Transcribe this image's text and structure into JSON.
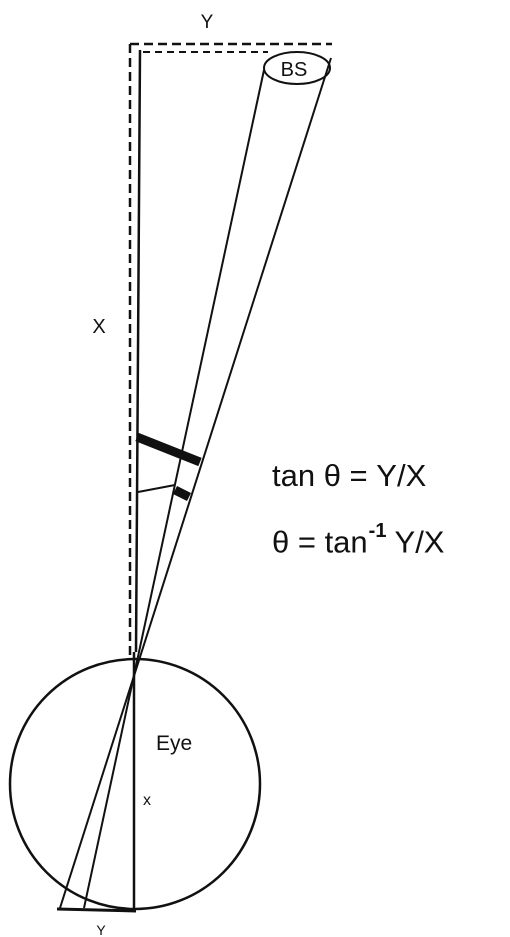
{
  "labels": {
    "top_y": "Y",
    "big_x": "X",
    "blind_spot": "BS",
    "eye": "Eye",
    "small_x": "x",
    "bottom_y": "Y"
  },
  "formula": {
    "line1": "tan θ = Y/X",
    "line2_prefix": "θ = tan",
    "line2_exponent": "-1",
    "line2_suffix": " Y/X"
  },
  "colors": {
    "ink": "#111111",
    "background": "#ffffff"
  }
}
